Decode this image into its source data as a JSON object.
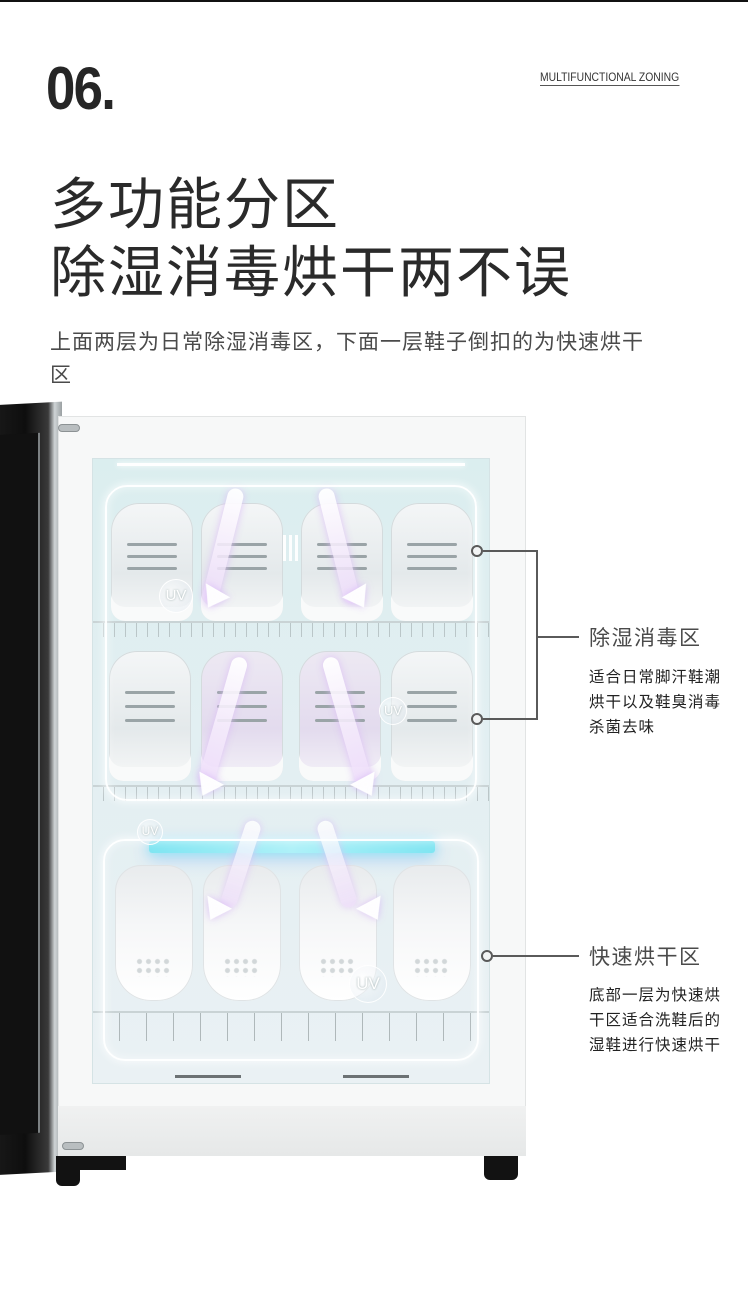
{
  "header": {
    "section_number": "06.",
    "english_label": "MULTIFUNCTIONAL ZONING"
  },
  "headline": {
    "line1": "多功能分区",
    "line2": "除湿消毒烘干两不误"
  },
  "subtext": "上面两层为日常除湿消毒区，下面一层鞋子倒扣的为快速烘干区",
  "product": {
    "uv_badge_label": "UV",
    "colors": {
      "uv_lamp": "#7fe5f2",
      "airflow_glow": "#d7b9f5",
      "chamber_tint": "#dbeeef"
    }
  },
  "callouts": [
    {
      "title": "除湿消毒区",
      "description": "适合日常脚汗鞋潮烘干以及鞋臭消毒杀菌去味"
    },
    {
      "title": "快速烘干区",
      "description": "底部一层为快速烘干区适合洗鞋后的湿鞋进行快速烘干"
    }
  ]
}
